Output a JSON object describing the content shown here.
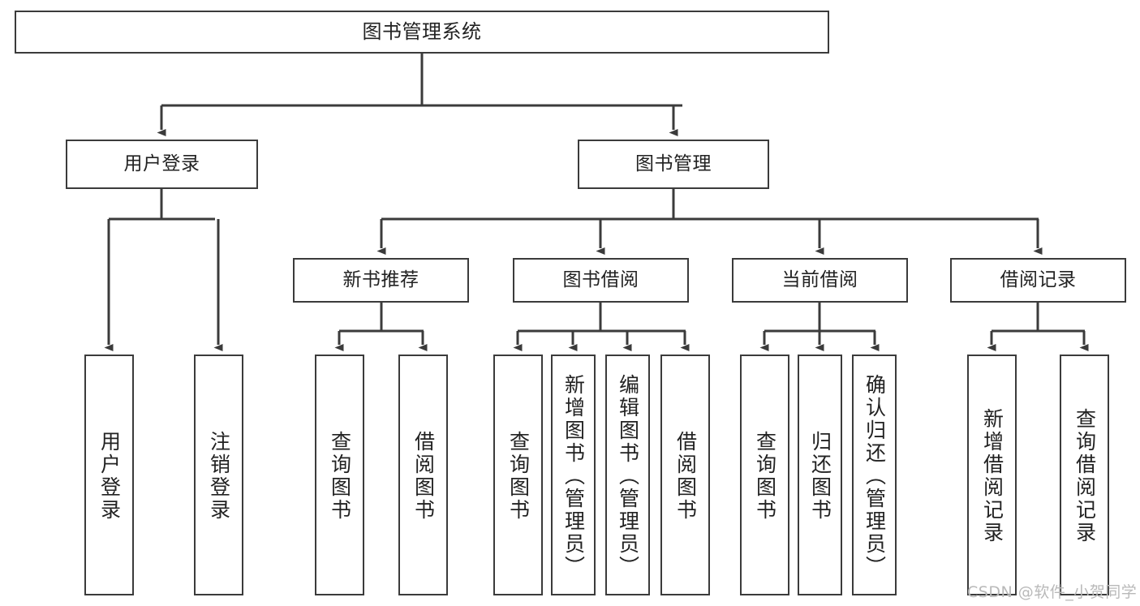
{
  "diagram": {
    "title_node": {
      "label": "图书管理系统"
    },
    "level1": [
      {
        "id": "user-login",
        "label": "用户登录"
      },
      {
        "id": "book-manage",
        "label": "图书管理"
      }
    ],
    "level2": [
      {
        "id": "new-book-recommend",
        "label": "新书推荐"
      },
      {
        "id": "book-borrow",
        "label": "图书借阅"
      },
      {
        "id": "current-borrow",
        "label": "当前借阅"
      },
      {
        "id": "borrow-record",
        "label": "借阅记录"
      }
    ],
    "leaves": [
      {
        "id": "leaf-user-login",
        "label": "用户登录"
      },
      {
        "id": "leaf-logout-login",
        "label": "注销登录"
      },
      {
        "id": "leaf-query-book-1",
        "label": "查询图书"
      },
      {
        "id": "leaf-borrow-book-1",
        "label": "借阅图书"
      },
      {
        "id": "leaf-query-book-2",
        "label": "查询图书"
      },
      {
        "id": "leaf-add-book-admin",
        "label": "新增图书（管理员）"
      },
      {
        "id": "leaf-edit-book-admin",
        "label": "编辑图书（管理员）"
      },
      {
        "id": "leaf-borrow-book-2",
        "label": "借阅图书"
      },
      {
        "id": "leaf-query-book-3",
        "label": "查询图书"
      },
      {
        "id": "leaf-return-book",
        "label": "归还图书"
      },
      {
        "id": "leaf-confirm-return-admin",
        "label": "确认归还（管理员）"
      },
      {
        "id": "leaf-add-borrow-record",
        "label": "新增借阅记录"
      },
      {
        "id": "leaf-query-borrow-record",
        "label": "查询借阅记录"
      }
    ],
    "watermark": {
      "text": "CSDN @软件_小贺同学"
    },
    "colors": {
      "node_border": "#3b3b3b",
      "node_fill": "#ffffff",
      "edge": "#3b3b3b",
      "text": "#222222",
      "watermark": "#b9b9b9",
      "background": "#ffffff"
    }
  }
}
